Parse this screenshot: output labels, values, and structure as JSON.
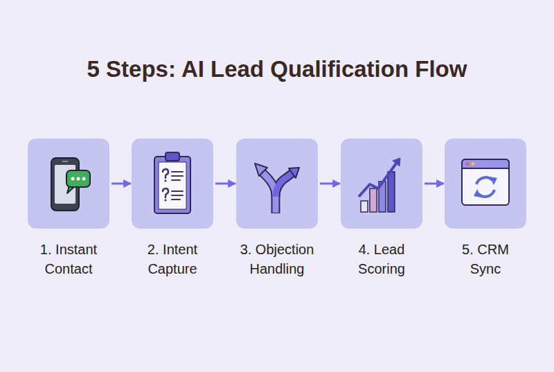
{
  "diagram": {
    "title": "5 Steps: AI Lead Qualification Flow",
    "nodes": [
      {
        "text": [
          "1. Instant Contact"
        ]
      },
      {
        "text": [
          "2. Intent Capture"
        ]
      },
      {
        "text": [
          "3. Objection Handling"
        ]
      },
      {
        "text": [
          "4. Lead Scoring"
        ]
      },
      {
        "text": [
          "5. CRM Sync"
        ]
      }
    ],
    "edges": [
      {
        "from": 0,
        "to": 1,
        "arrow": "to"
      },
      {
        "from": 1,
        "to": 2,
        "arrow": "to"
      },
      {
        "from": 2,
        "to": 3,
        "arrow": "to"
      },
      {
        "from": 3,
        "to": 4,
        "arrow": "to"
      }
    ]
  }
}
